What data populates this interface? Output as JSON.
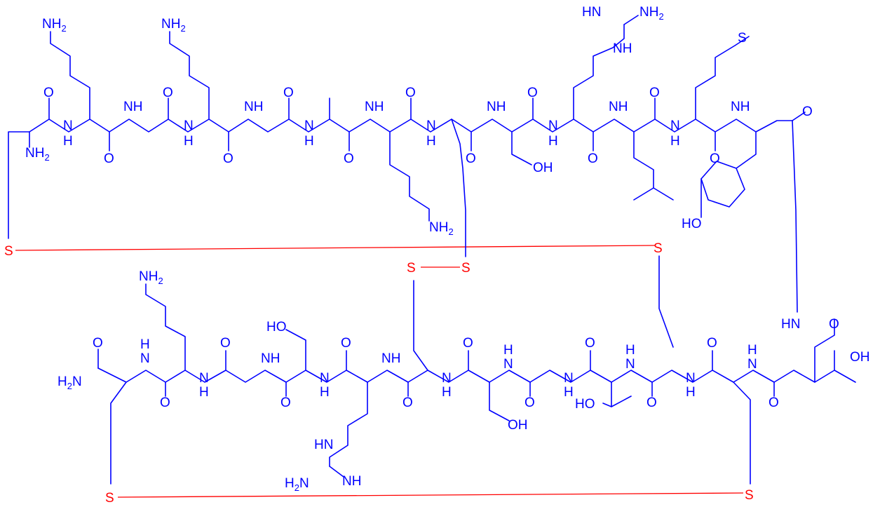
{
  "colors": {
    "backbone": "#0000ff",
    "disulfide": "#ff0000",
    "background": "#ffffff"
  },
  "labels": {
    "nh2": "NH",
    "h2n": "H",
    "sub2": "2",
    "n": "N",
    "h": "H",
    "nh": "NH",
    "hn": "HN",
    "o": "O",
    "oh": "OH",
    "ho": "HO",
    "s": "S"
  }
}
